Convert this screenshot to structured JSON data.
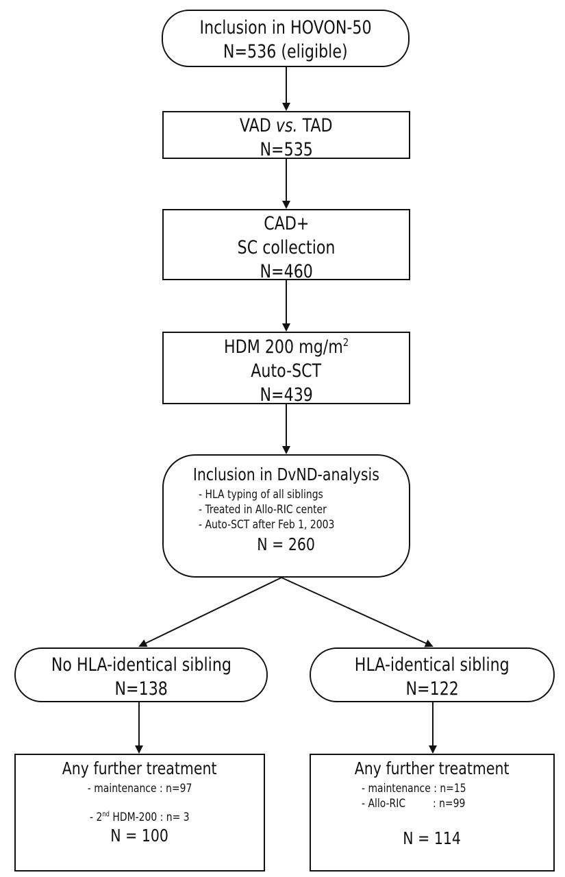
{
  "nodes": {
    "inclusion_hovon": {
      "line1": "Inclusion in HOVON-50",
      "line2": "N=536 (eligible)"
    },
    "vad_tad": {
      "line1_a": "VAD ",
      "line1_italic": "vs.",
      "line1_b": " TAD",
      "line2": "N=535"
    },
    "cad_sc": {
      "line1": "CAD+",
      "line2": "SC collection",
      "line3": "N=460"
    },
    "hdm_auto": {
      "line1": "HDM 200 mg/m",
      "line1_sup": "2",
      "line2": "Auto-SCT",
      "line3": "N=439"
    },
    "dvnd": {
      "title": "Inclusion in DvND-analysis",
      "criteria": [
        "- HLA typing of all siblings",
        "- Treated in Allo-RIC center",
        "- Auto-SCT after Feb 1, 2003"
      ],
      "total": "N = 260"
    },
    "no_hla": {
      "line1": "No HLA-identical sibling",
      "line2": "N=138"
    },
    "hla": {
      "line1": "HLA-identical sibling",
      "line2": "N=122"
    },
    "left_treatment": {
      "title": "Any further treatment",
      "item1": "- maintenance : n=97",
      "item2_a": "- 2",
      "item2_sup": "nd",
      "item2_b": " HDM-200 : n=  3",
      "total": "N = 100"
    },
    "right_treatment": {
      "title": "Any further treatment",
      "item1": "- maintenance : n=15",
      "item2": "- Allo-RIC         : n=99",
      "total": "N = 114"
    }
  }
}
